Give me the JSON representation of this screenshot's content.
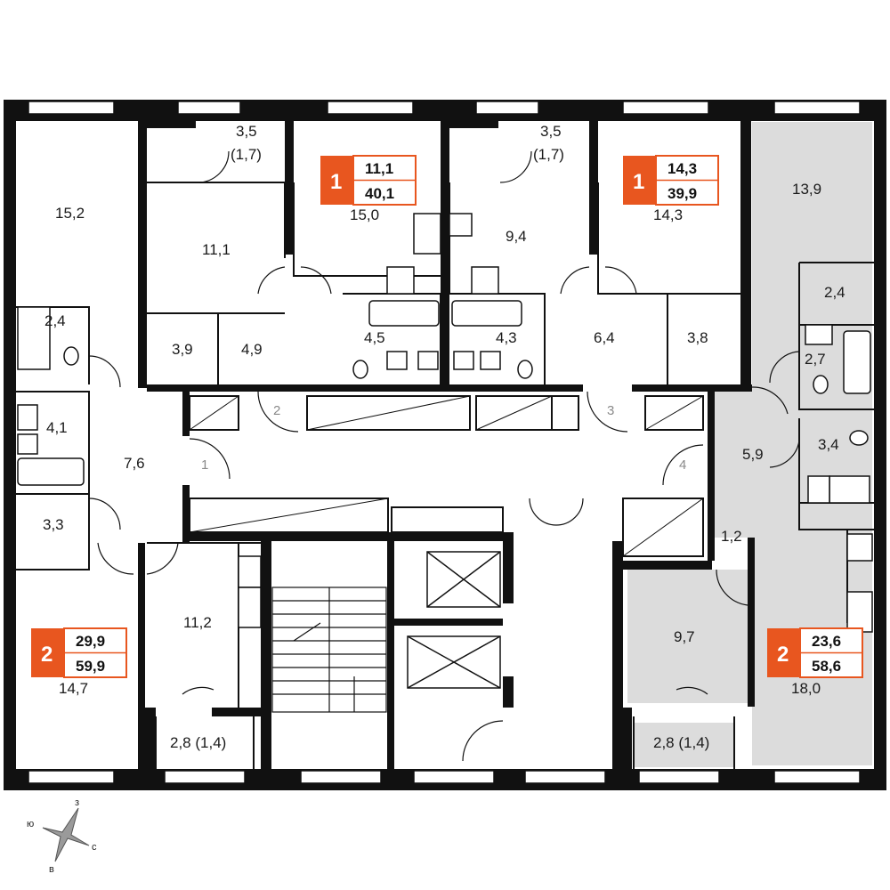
{
  "colors": {
    "wall": "#111111",
    "highlight_fill": "#dcdcdc",
    "badge_accent": "#e8561f",
    "entry_label": "#8a8a8a"
  },
  "apartments": [
    {
      "rooms": "1",
      "living_area": "11,1",
      "total_area": "40,1"
    },
    {
      "rooms": "1",
      "living_area": "14,3",
      "total_area": "39,9"
    },
    {
      "rooms": "2",
      "living_area": "29,9",
      "total_area": "59,9"
    },
    {
      "rooms": "2",
      "living_area": "23,6",
      "total_area": "58,6"
    }
  ],
  "rooms": {
    "r_15_2": "15,2",
    "r_3_5a": "3,5",
    "r_1_7a": "(1,7)",
    "r_15_0": "15,0",
    "r_11_1": "11,1",
    "r_3_9": "3,9",
    "r_4_9": "4,9",
    "r_4_5": "4,5",
    "r_3_5b": "3,5",
    "r_1_7b": "(1,7)",
    "r_14_3": "14,3",
    "r_9_4": "9,4",
    "r_4_3": "4,3",
    "r_6_4": "6,4",
    "r_3_8": "3,8",
    "r_13_9": "13,9",
    "r_2_4b": "2,4",
    "r_2_7": "2,7",
    "r_2_4a": "2,4",
    "r_4_1": "4,1",
    "r_7_6": "7,6",
    "r_3_3": "3,3",
    "r_5_9": "5,9",
    "r_3_4": "3,4",
    "r_1_2": "1,2",
    "r_11_2": "11,2",
    "r_14_7": "14,7",
    "r_2_8a": "2,8 (1,4)",
    "r_9_7": "9,7",
    "r_18_0": "18,0",
    "r_2_8b": "2,8 (1,4)"
  },
  "entries": [
    "1",
    "2",
    "3",
    "4"
  ],
  "compass": {
    "north": "з",
    "west": "ю",
    "east": "с",
    "south": "в"
  }
}
